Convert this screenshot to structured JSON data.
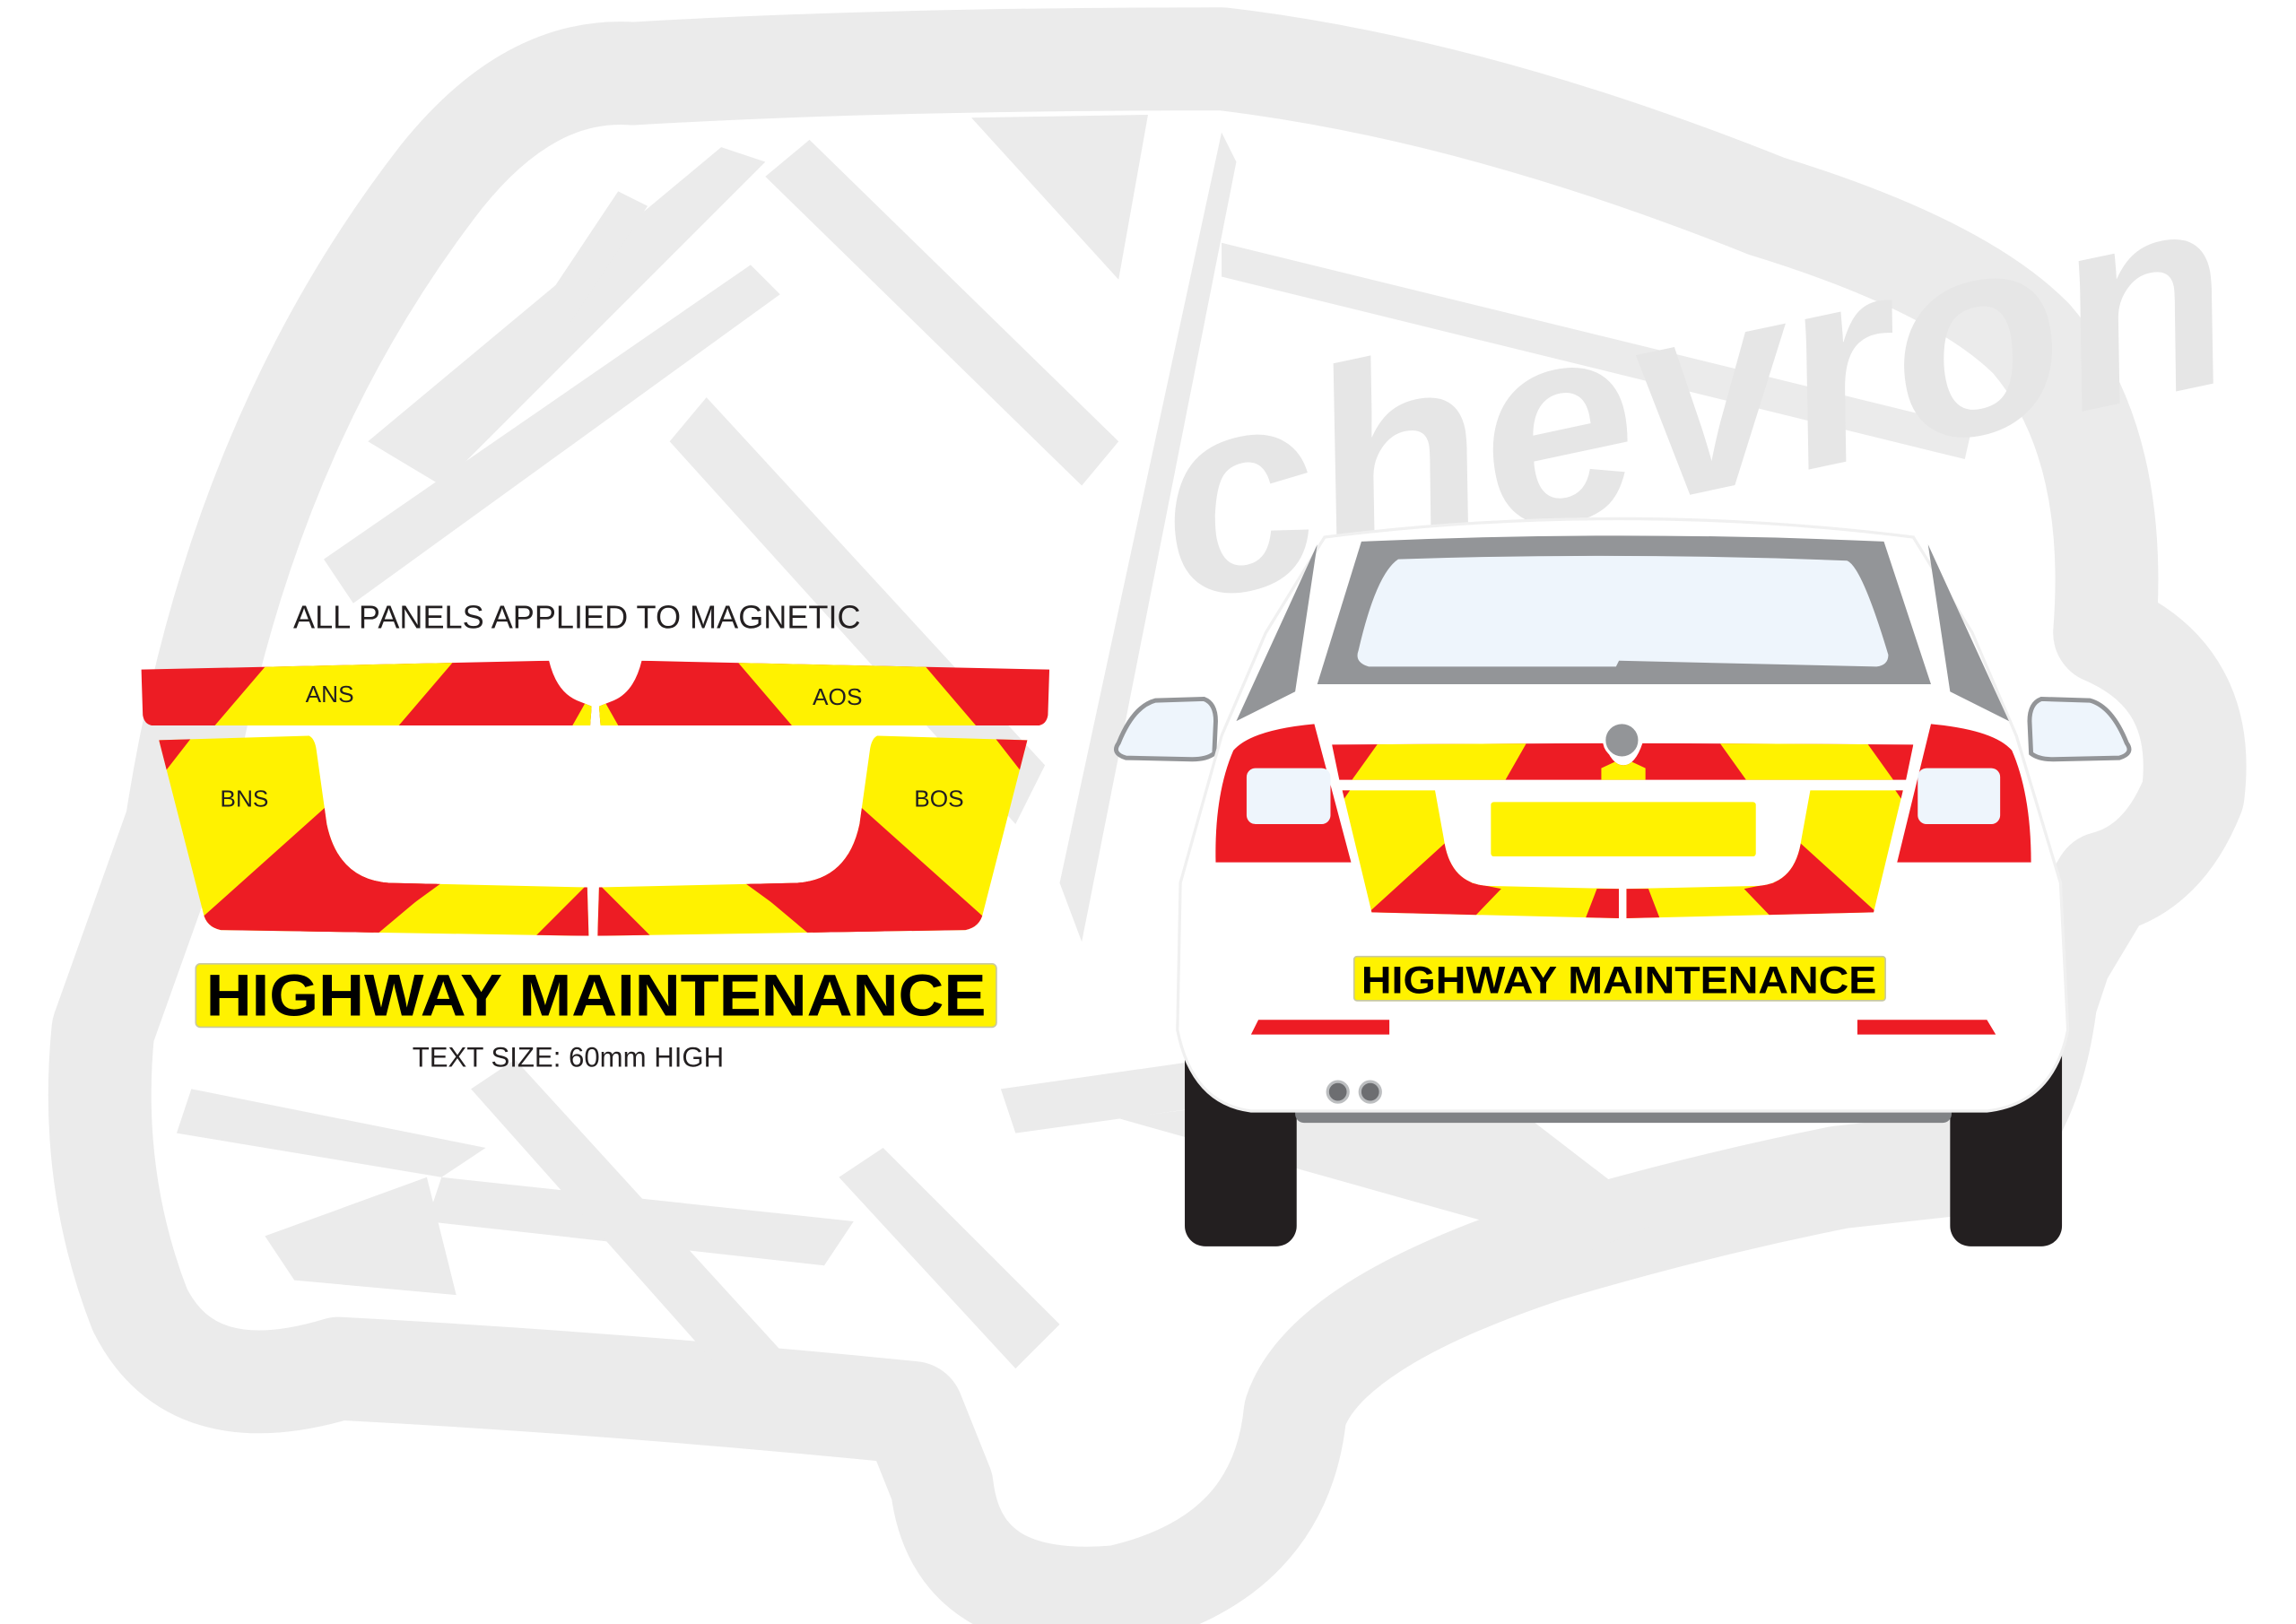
{
  "heading": "ALL PANELS APPLIED TO MAGNETIC",
  "panels": {
    "ans": "ANS",
    "aos": "AOS",
    "bns": "BNS",
    "bos": "BOS"
  },
  "banner_text": "HIGHWAY MAINTENANCE",
  "text_size_note": "TEXT SIZE: 60mm HIGH",
  "car_banner_text": "HIGHWAY MAINTENANCE",
  "watermark_logo": "chevron",
  "colors": {
    "chevron_red": "#ed1c24",
    "chevron_yellow": "#fff200",
    "watermark_gray": "#ebebeb",
    "window_blue": "#eef5fc",
    "trim_gray": "#939598",
    "tyre": "#231f20"
  }
}
